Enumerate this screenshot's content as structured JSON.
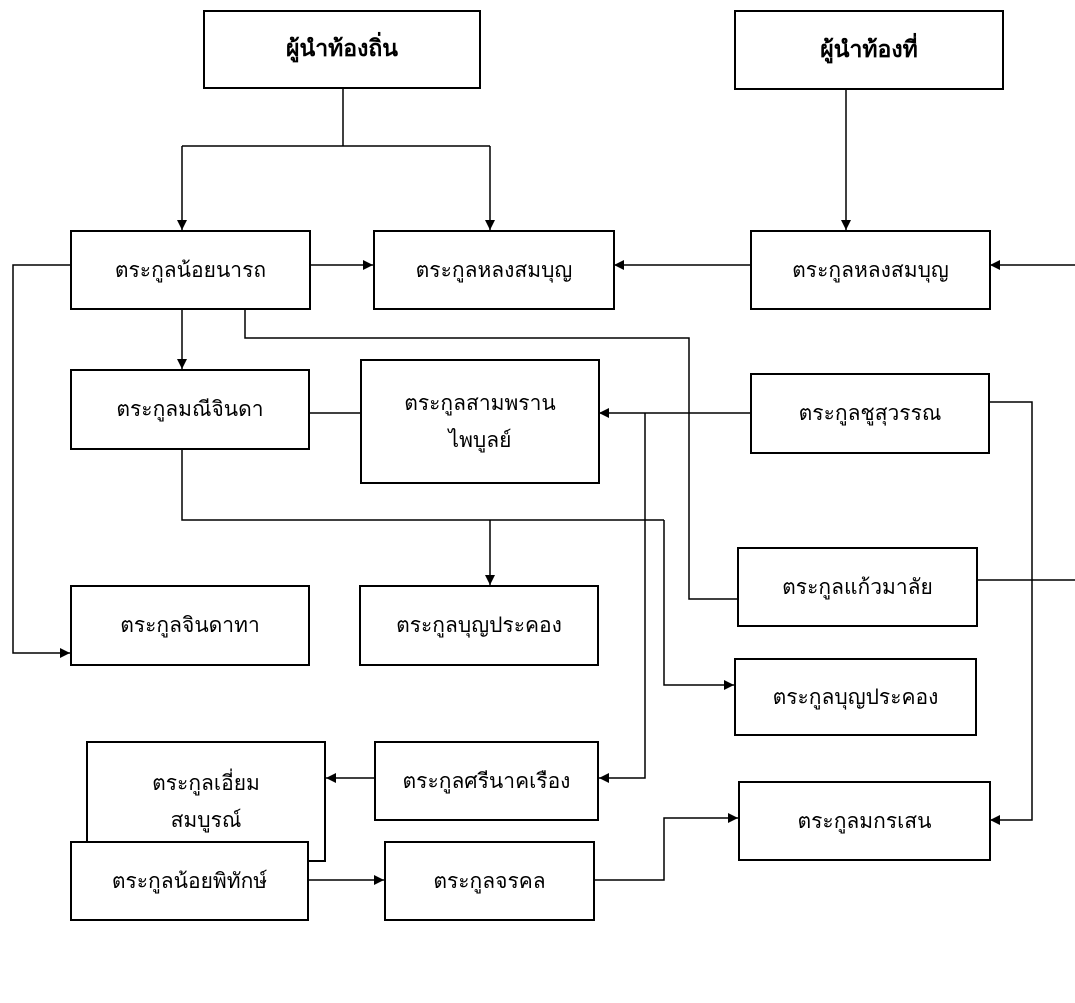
{
  "diagram": {
    "nodes": {
      "local_leader": {
        "lines": [
          "ผู้นำท้องถิ่น"
        ]
      },
      "area_leader": {
        "lines": [
          "ผู้นำท้องที่"
        ]
      },
      "noinarot": {
        "lines": [
          "ตระกูลน้อยนารถ"
        ]
      },
      "longsombun_left": {
        "lines": [
          "ตระกูลหลงสมบุญ"
        ]
      },
      "longsombun_right": {
        "lines": [
          "ตระกูลหลงสมบุญ"
        ]
      },
      "maneejinda": {
        "lines": [
          "ตระกูลมณีจินดา"
        ]
      },
      "sampran": {
        "lines": [
          "ตระกูลสามพราน",
          "ไพบูลย์"
        ]
      },
      "chusuwan": {
        "lines": [
          "ตระกูลชูสุวรรณ"
        ]
      },
      "kaewmalai": {
        "lines": [
          "ตระกูลแก้วมาลัย"
        ]
      },
      "jindatha": {
        "lines": [
          "ตระกูลจินดาทา"
        ]
      },
      "bunprakong_mid": {
        "lines": [
          "ตระกูลบุญประคอง"
        ]
      },
      "bunprakong_right": {
        "lines": [
          "ตระกูลบุญประคอง"
        ]
      },
      "iam": {
        "lines": [
          "ตระกูลเอี่ยม",
          "สมบูรณ์"
        ]
      },
      "srinak": {
        "lines": [
          "ตระกูลศรีนาคเรือง"
        ]
      },
      "makorasen": {
        "lines": [
          "ตระกูลมกรเสน"
        ]
      },
      "noipitak": {
        "lines": [
          "ตระกูลน้อยพิทักษ์"
        ]
      },
      "jorakhon": {
        "lines": [
          "ตระกูลจรคล"
        ]
      }
    }
  }
}
